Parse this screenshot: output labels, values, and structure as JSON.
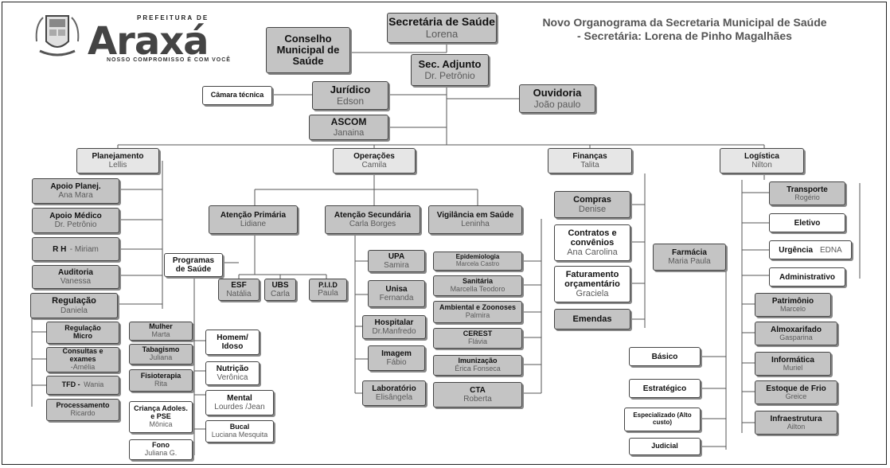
{
  "logo": {
    "prefix": "PREFEITURA DE",
    "name": "Araxá",
    "slogan": "NOSSO COMPROMISSO É COM VOCÊ"
  },
  "title": "Novo Organograma da Secretaria Municipal de Saúde - Secretária: Lorena de Pinho Magalhães",
  "nodes": {
    "secretaria": {
      "t": "Secretária de Saúde",
      "s": "Lorena"
    },
    "conselho": {
      "t": "Conselho Municipal de Saúde",
      "s": ""
    },
    "adjunto": {
      "t": "Sec. Adjunto",
      "s": "Dr. Petrônio"
    },
    "juridico": {
      "t": "Jurídico",
      "s": "Edson"
    },
    "camara": {
      "t": "Câmara técnica",
      "s": ""
    },
    "ouvidoria": {
      "t": "Ouvidoria",
      "s": "João paulo"
    },
    "ascom": {
      "t": "ASCOM",
      "s": "Janaina"
    },
    "planejamento": {
      "t": "Planejamento",
      "s": "Lellis"
    },
    "operacoes": {
      "t": "Operações",
      "s": "Camila"
    },
    "financas": {
      "t": "Finanças",
      "s": "Talita"
    },
    "logistica": {
      "t": "Logística",
      "s": "Nilton"
    },
    "apoio_planej": {
      "t": "Apoio Planej.",
      "s": "Ana Mara"
    },
    "apoio_medico": {
      "t": "Apoio Médico",
      "s": "Dr. Petrônio"
    },
    "rh": {
      "t": "R H",
      "s": "- Miriam"
    },
    "auditoria": {
      "t": "Auditoria",
      "s": "Vanessa"
    },
    "regulacao": {
      "t": "Regulação",
      "s": "Daniela"
    },
    "regulacao_micro": {
      "t": "Regulação Micro",
      "s": ""
    },
    "consultas": {
      "t": "Consultas e exames",
      "s": "-Amélia"
    },
    "tfd": {
      "t": "TFD -",
      "s": "Wania"
    },
    "processamento": {
      "t": "Processamento",
      "s": "Ricardo"
    },
    "atencao_primaria": {
      "t": "Atenção Primária",
      "s": "Lidiane"
    },
    "atencao_secundaria": {
      "t": "Atenção Secundária",
      "s": "Carla Borges"
    },
    "vigilancia": {
      "t": "Vigilância em Saúde",
      "s": "Leninha"
    },
    "programas": {
      "t": "Programas de Saúde",
      "s": ""
    },
    "esf": {
      "t": "ESF",
      "s": "Natália"
    },
    "ubs": {
      "t": "UBS",
      "s": "Carla"
    },
    "piid": {
      "t": "P.I.I.D",
      "s": "Paula"
    },
    "mulher": {
      "t": "Mulher",
      "s": "Marta"
    },
    "tabagismo": {
      "t": "Tabagismo",
      "s": "Juliana"
    },
    "fisioterapia": {
      "t": "Fisioterapia",
      "s": "Rita"
    },
    "crianca": {
      "t": "Criança Adoles. e PSE",
      "s": "Mônica"
    },
    "fono": {
      "t": "Fono",
      "s": "Juliana G."
    },
    "homem": {
      "t": "Homem/ Idoso",
      "s": ""
    },
    "nutricao": {
      "t": "Nutrição",
      "s": "Verônica"
    },
    "mental": {
      "t": "Mental",
      "s": "Lourdes /Jean"
    },
    "bucal": {
      "t": "Bucal",
      "s": "Luciana Mesquita"
    },
    "upa": {
      "t": "UPA",
      "s": "Samira"
    },
    "unisa": {
      "t": "Unisa",
      "s": "Fernanda"
    },
    "hospitalar": {
      "t": "Hospitalar",
      "s": "Dr.Manfredo"
    },
    "imagem": {
      "t": "Imagem",
      "s": "Fábio"
    },
    "laboratorio": {
      "t": "Laboratório",
      "s": "Elisângela"
    },
    "epidemiologia": {
      "t": "Epidemiologia",
      "s": "Marcela Castro"
    },
    "sanitaria": {
      "t": "Sanitária",
      "s": "Marcella Teodoro"
    },
    "ambiental": {
      "t": "Ambiental e Zoonoses",
      "s": "Palmira"
    },
    "cerest": {
      "t": "CEREST",
      "s": "Flávia"
    },
    "imunizacao": {
      "t": "Imunização",
      "s": "Érica Fonseca"
    },
    "cta": {
      "t": "CTA",
      "s": "Roberta"
    },
    "compras": {
      "t": "Compras",
      "s": "Denise"
    },
    "contratos": {
      "t": "Contratos e convênios",
      "s": "Ana Carolina"
    },
    "faturamento": {
      "t": "Faturamento orçamentário",
      "s": "Graciela"
    },
    "emendas": {
      "t": "Emendas",
      "s": ""
    },
    "farmacia": {
      "t": "Farmácia",
      "s": "Maria Paula"
    },
    "basico": {
      "t": "Básico",
      "s": ""
    },
    "estrategico": {
      "t": "Estratégico",
      "s": ""
    },
    "especializado": {
      "t": "Especializado (Alto custo)",
      "s": ""
    },
    "judicial": {
      "t": "Judicial",
      "s": ""
    },
    "transporte": {
      "t": "Transporte",
      "s": "Rogério"
    },
    "eletivo": {
      "t": "Eletivo",
      "s": ""
    },
    "urgencia": {
      "t": "Urgência",
      "s": "EDNA"
    },
    "administrativo": {
      "t": "Administrativo",
      "s": ""
    },
    "patrimonio": {
      "t": "Patrimônio",
      "s": "Marcelo"
    },
    "almoxarifado": {
      "t": "Almoxarifado",
      "s": "Gasparina"
    },
    "informatica": {
      "t": "Informática",
      "s": "Muriel"
    },
    "estoque": {
      "t": "Estoque de Frio",
      "s": "Greice"
    },
    "infraestrutura": {
      "t": "Infraestrutura",
      "s": "Ailton"
    }
  }
}
